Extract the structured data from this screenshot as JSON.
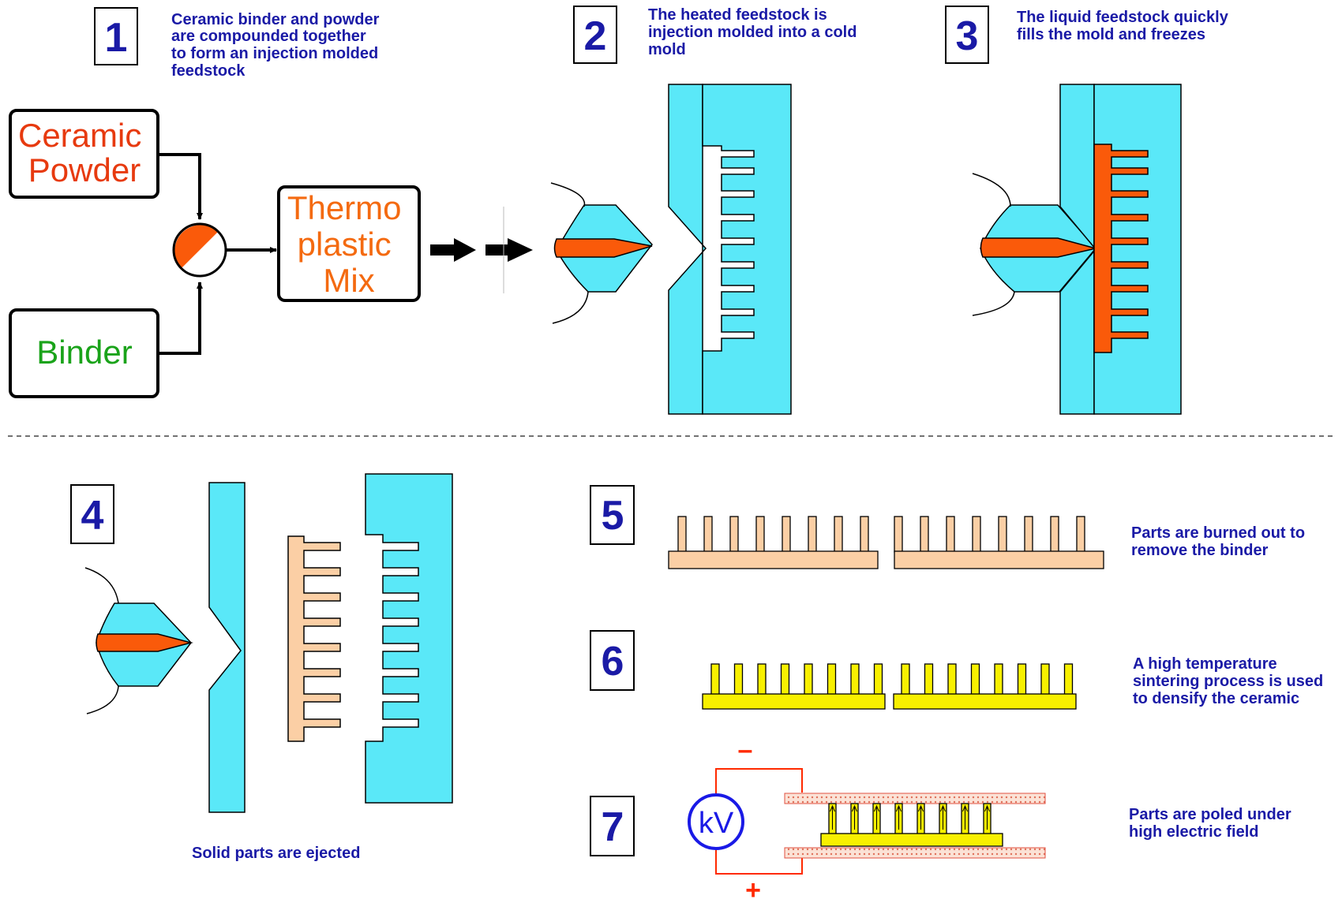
{
  "colors": {
    "mold": "#5ae8f8",
    "feedstock": "#fa5a0a",
    "burned": "#fbcfa5",
    "sintered": "#f8f000",
    "caption": "#1a1aa6",
    "powder_text": "#e73a0f",
    "binder_text": "#1aa31a",
    "mix_text": "#f46a10",
    "kv_text": "#1a1ae6",
    "sign_text": "#ff2a00"
  },
  "steps": [
    {
      "number": "1",
      "caption": [
        "Ceramic binder and powder",
        "are compounded together",
        "to form an injection molded",
        "feedstock"
      ]
    },
    {
      "number": "2",
      "caption": [
        "The heated feedstock is",
        "injection molded into a cold",
        "mold"
      ]
    },
    {
      "number": "3",
      "caption": [
        "The liquid feedstock quickly",
        "fills the mold and freezes"
      ]
    },
    {
      "number": "4",
      "caption": [
        "Solid  parts are ejected"
      ]
    },
    {
      "number": "5",
      "caption": [
        "Parts are burned out to",
        "remove the binder"
      ]
    },
    {
      "number": "6",
      "caption": [
        "A high temperature",
        "sintering process is used",
        "to densify the ceramic"
      ]
    },
    {
      "number": "7",
      "caption": [
        "Parts are poled under",
        "high electric field"
      ]
    }
  ],
  "boxes": {
    "powder": [
      "Ceramic",
      "Powder"
    ],
    "binder": "Binder",
    "mix": [
      "Thermo",
      "plastic",
      "Mix"
    ]
  },
  "poling": {
    "meter": "kV",
    "minus": "–",
    "plus": "+"
  }
}
